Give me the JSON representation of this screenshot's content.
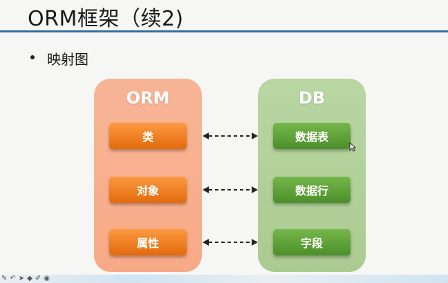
{
  "slide": {
    "title": "ORM框架（续2)",
    "bullet": "映射图"
  },
  "orm_panel": {
    "title": "ORM",
    "items": [
      "类",
      "对象",
      "属性"
    ]
  },
  "db_panel": {
    "title": "DB",
    "items": [
      "数据表",
      "数据行",
      "字段"
    ]
  },
  "colors": {
    "title_rule": "#2d6ea3",
    "orm_panel": "#f8aa87",
    "orm_box": "#f07f20",
    "db_panel": "#aacb91",
    "db_box": "#5fa13a"
  },
  "toolbar_icons": [
    "pen-icon",
    "undo-icon",
    "arrow-icon",
    "eraser-icon",
    "pencil-icon",
    "record-icon"
  ]
}
